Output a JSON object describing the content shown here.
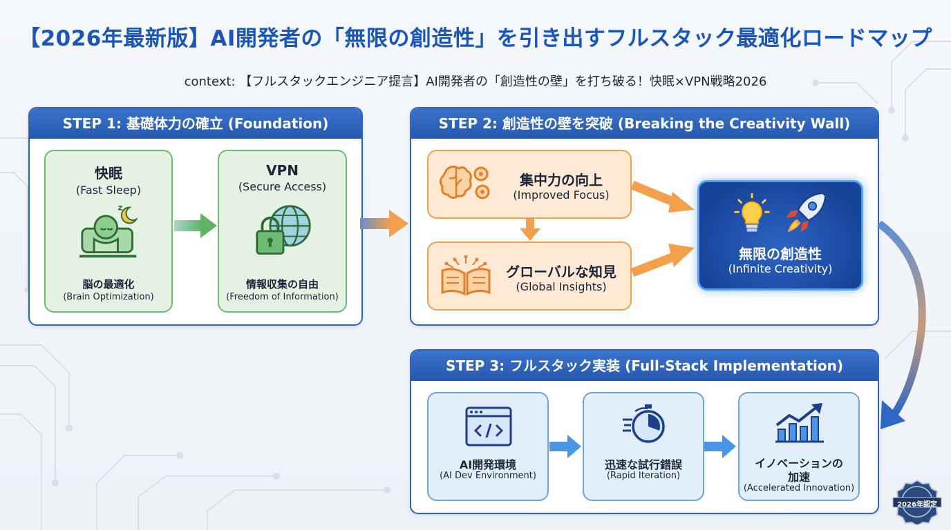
{
  "title": "【2026年最新版】AI開発者の「無限の創造性」を引き出すフルスタック最適化ロードマップ",
  "subtitle": "context: 【フルスタックエンジニア提言】AI開発者の「創造性の壁」を打ち破る！快眠×VPN戦略2026",
  "step1": {
    "header": "STEP 1: 基礎体力の確立 (Foundation)",
    "cards": [
      {
        "title": "快眠",
        "subtitle": "(Fast Sleep)",
        "label": "脳の最適化",
        "label_en": "(Brain Optimization)",
        "icon": "sleeping-person-icon"
      },
      {
        "title": "VPN",
        "subtitle": "(Secure Access)",
        "label": "情報収集の自由",
        "label_en": "(Freedom of Information)",
        "icon": "lock-globe-icon"
      }
    ]
  },
  "step2": {
    "header": "STEP 2: 創造性の壁を突破 (Breaking the Creativity Wall)",
    "cards": [
      {
        "title": "集中力の向上",
        "subtitle": "(Improved Focus)",
        "icon": "brain-gears-icon"
      },
      {
        "title": "グローバルな知見",
        "subtitle": "(Global Insights)",
        "icon": "open-book-icon"
      }
    ],
    "result": {
      "title": "無限の創造性",
      "subtitle": "(Infinite Creativity)",
      "icons": [
        "lightbulb-icon",
        "rocket-icon"
      ]
    }
  },
  "step3": {
    "header": "STEP 3: フルスタック実装 (Full-Stack Implementation)",
    "cards": [
      {
        "title": "AI開発環境",
        "subtitle": "(AI Dev Environment)",
        "icon": "code-window-icon"
      },
      {
        "title": "迅速な試行錯誤",
        "subtitle": "(Rapid Iteration)",
        "icon": "stopwatch-icon"
      },
      {
        "title": "イノベーションの",
        "title2": "加速",
        "subtitle": "(Accelerated Innovation)",
        "icon": "growth-chart-icon"
      }
    ]
  },
  "badge": {
    "text": "2026年認定"
  },
  "colors": {
    "primary_blue": "#2d63b8",
    "title_blue": "#1a56b8",
    "green": "#6dbb72",
    "orange": "#f2a04b",
    "light_blue": "#6ea3df"
  }
}
